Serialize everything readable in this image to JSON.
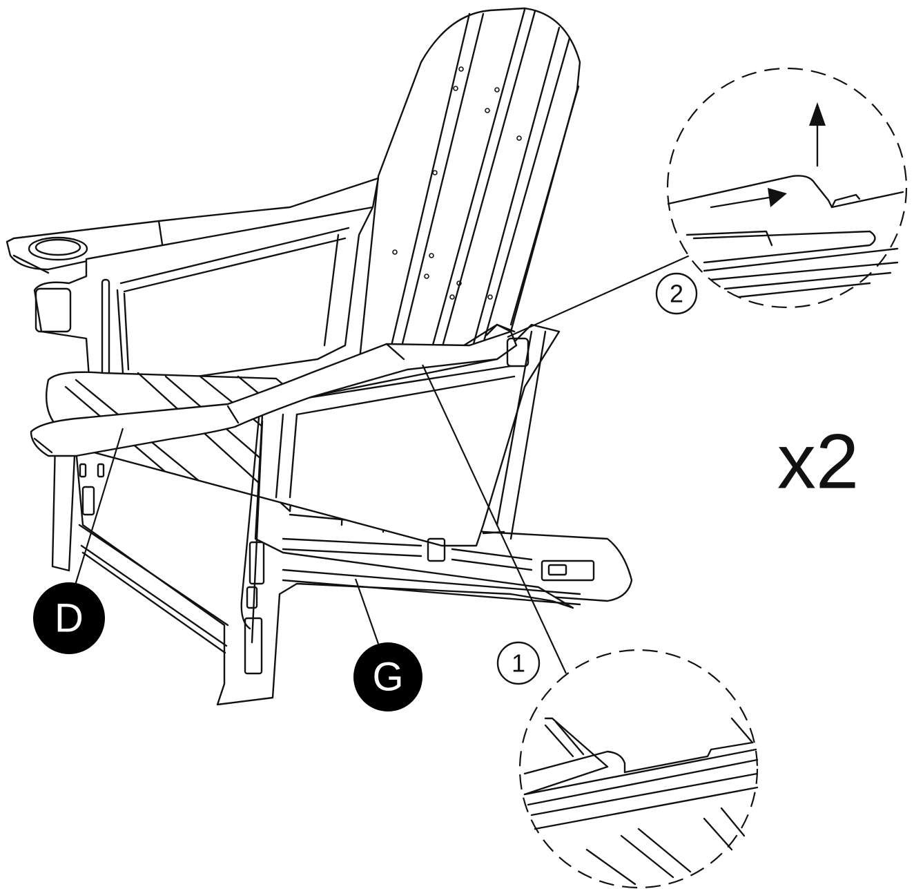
{
  "callouts": {
    "part_d": "D",
    "part_g": "G",
    "step_1": "1",
    "step_2": "2"
  },
  "quantity": "x2",
  "colors": {
    "line": "#111111",
    "badge": "#000000",
    "background": "#ffffff"
  }
}
